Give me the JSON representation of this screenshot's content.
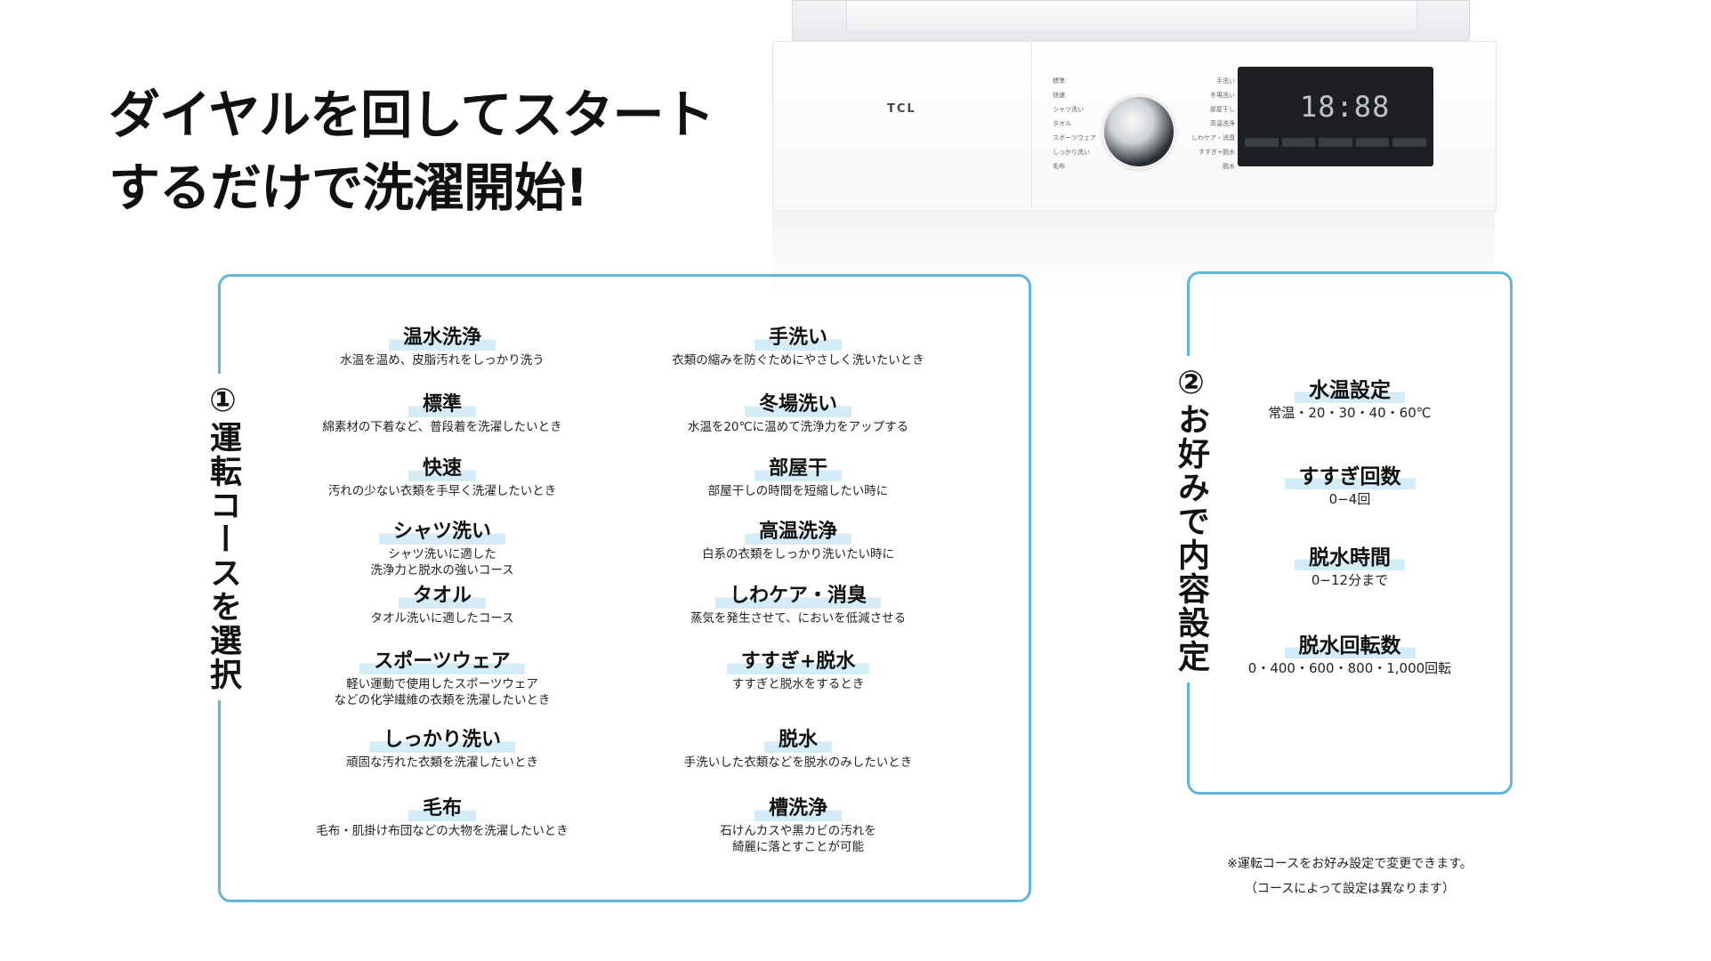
{
  "headline": [
    "ダイヤルを回してスタート",
    "するだけで洗濯開始!"
  ],
  "machine": {
    "brand": "TCL",
    "display": "18:88",
    "panel_left_labels": [
      "標準",
      "快速",
      "シャツ洗い",
      "タオル",
      "スポーツウェア",
      "しっかり洗い",
      "毛布"
    ],
    "panel_right_labels": [
      "手洗い",
      "冬場洗い",
      "部屋干し",
      "高温洗浄",
      "しわケア・消臭",
      "すすぎ+脱水",
      "脱水"
    ]
  },
  "left_section": {
    "title": "①運転コースを選択",
    "courses_left": [
      {
        "name": "温水洗浄",
        "desc": [
          "水温を温め、皮脂汚れをしっかり洗う"
        ]
      },
      {
        "name": "標準",
        "desc": [
          "綿素材の下着など、普段着を洗濯したいとき"
        ]
      },
      {
        "name": "快速",
        "desc": [
          "汚れの少ない衣類を手早く洗濯したいとき"
        ]
      },
      {
        "name": "シャツ洗い",
        "desc": [
          "シャツ洗いに適した",
          "洗浄力と脱水の強いコース"
        ]
      },
      {
        "name": "タオル",
        "desc": [
          "タオル洗いに適したコース"
        ]
      },
      {
        "name": "スポーツウェア",
        "desc": [
          "軽い運動で使用したスポーツウェア",
          "などの化学繊維の衣類を洗濯したいとき"
        ]
      },
      {
        "name": "しっかり洗い",
        "desc": [
          "頑固な汚れた衣類を洗濯したいとき"
        ]
      },
      {
        "name": "毛布",
        "desc": [
          "毛布・肌掛け布団などの大物を洗濯したいとき"
        ]
      }
    ],
    "courses_right": [
      {
        "name": "手洗い",
        "desc": [
          "衣類の縮みを防ぐためにやさしく洗いたいとき"
        ]
      },
      {
        "name": "冬場洗い",
        "desc": [
          "水温を20℃に温めて洗浄力をアップする"
        ]
      },
      {
        "name": "部屋干",
        "desc": [
          "部屋干しの時間を短縮したい時に"
        ]
      },
      {
        "name": "高温洗浄",
        "desc": [
          "白系の衣類をしっかり洗いたい時に"
        ]
      },
      {
        "name": "しわケア・消臭",
        "desc": [
          "蒸気を発生させて、においを低減させる"
        ]
      },
      {
        "name": "すすぎ+脱水",
        "desc": [
          "すすぎと脱水をするとき"
        ]
      },
      {
        "name": "脱水",
        "desc": [
          "手洗いした衣類などを脱水のみしたいとき"
        ]
      },
      {
        "name": "槽洗浄",
        "desc": [
          "石けんカスや黒カビの汚れを",
          "綺麗に落とすことが可能"
        ]
      }
    ]
  },
  "right_section": {
    "title": "②お好みで内容設定",
    "settings": [
      {
        "name": "水温設定",
        "value": "常温・20・30・40・60℃"
      },
      {
        "name": "すすぎ回数",
        "value": "0−4回"
      },
      {
        "name": "脱水時間",
        "value": "0−12分まで"
      },
      {
        "name": "脱水回転数",
        "value": "0・400・600・800・1,000回転"
      }
    ]
  },
  "note": [
    "※運転コースをお好み設定で変更できます。",
    "（コースによって設定は異なります）"
  ],
  "colors": {
    "frame": "#63b4d8",
    "highlight": "#d3ecf8"
  }
}
